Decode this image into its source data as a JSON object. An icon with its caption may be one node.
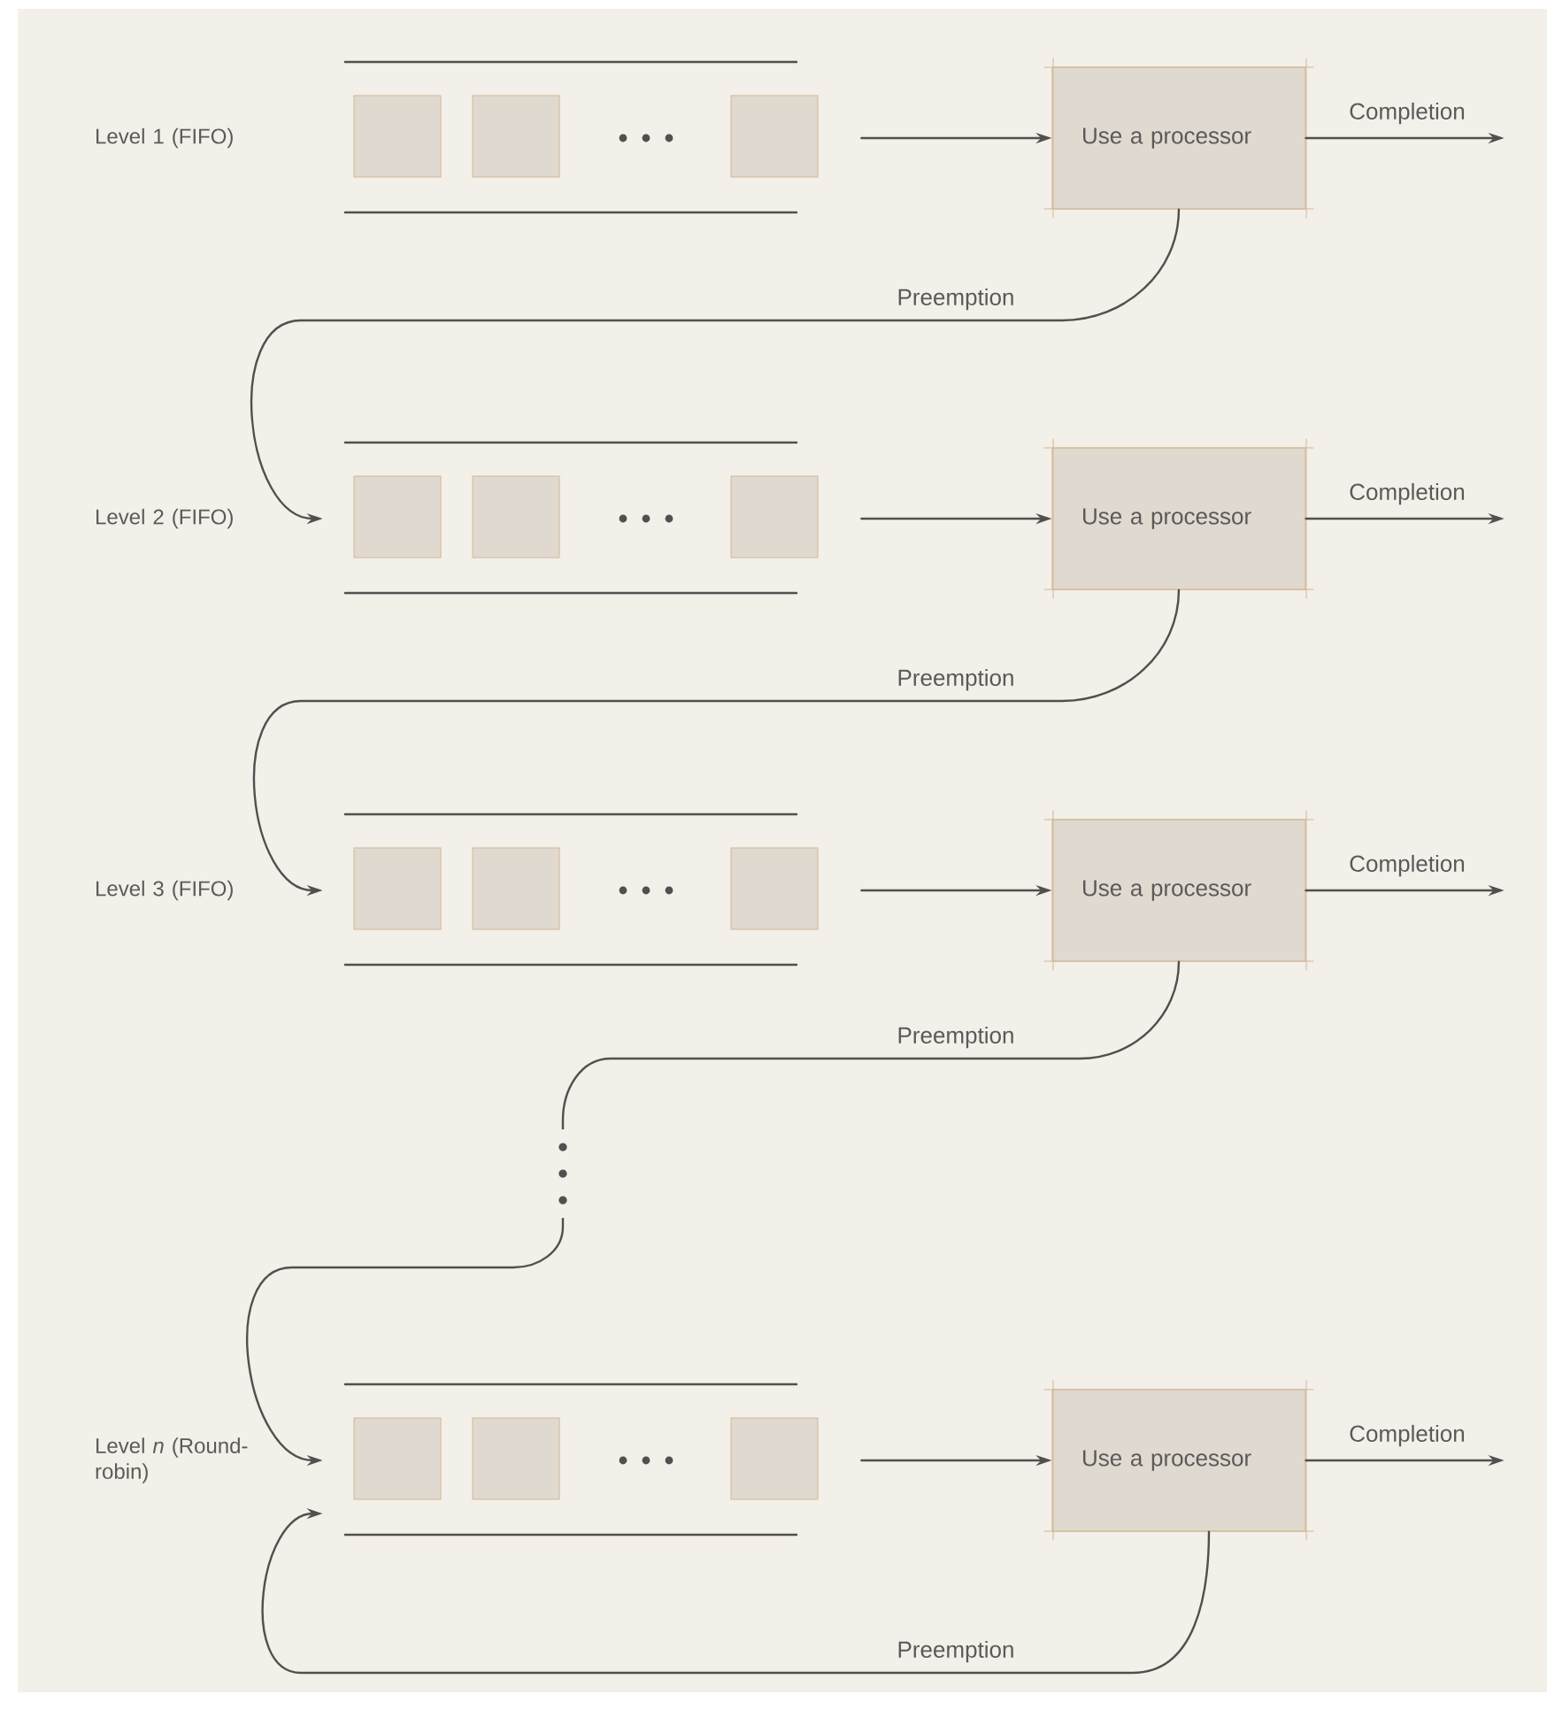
{
  "diagram": {
    "nodes": [
      {
        "text": [],
        "shape": "box"
      },
      {
        "text": [
          "Use a processor"
        ]
      },
      {
        "text": [],
        "shape": "box"
      },
      {
        "text": [
          "Use a processor"
        ]
      },
      {
        "text": [],
        "shape": "box"
      },
      {
        "text": [
          "Use a processor"
        ]
      },
      {
        "text": [],
        "shape": "box"
      },
      {
        "text": [
          "Use a processor"
        ]
      }
    ],
    "edges": [
      {
        "from": 0,
        "to": 1,
        "arrow": "to"
      },
      {
        "from": 1,
        "to": null,
        "arrow": "to",
        "label": "Completion"
      },
      {
        "from": 1,
        "to": 2,
        "arrow": "to",
        "label": "Preemption"
      },
      {
        "from": 2,
        "to": 3,
        "arrow": "to"
      },
      {
        "from": 3,
        "to": null,
        "arrow": "to",
        "label": "Completion"
      },
      {
        "from": 3,
        "to": 4,
        "arrow": "to",
        "label": "Preemption"
      },
      {
        "from": 4,
        "to": 5,
        "arrow": "to"
      },
      {
        "from": 5,
        "to": null,
        "arrow": "to",
        "label": "Completion"
      },
      {
        "from": 5,
        "to": 6,
        "arrow": "to",
        "label": "Preemption"
      },
      {
        "from": 6,
        "to": 7,
        "arrow": "to"
      },
      {
        "from": 7,
        "to": null,
        "arrow": "to",
        "label": "Completion"
      },
      {
        "from": 7,
        "to": 6,
        "arrow": "to",
        "label": "Preemption"
      }
    ],
    "labels": [
      "Level 1 (FIFO)",
      "Level 2 (FIFO)",
      "Level 3 (FIFO)",
      "Level *n* (Round-robin)"
    ]
  }
}
